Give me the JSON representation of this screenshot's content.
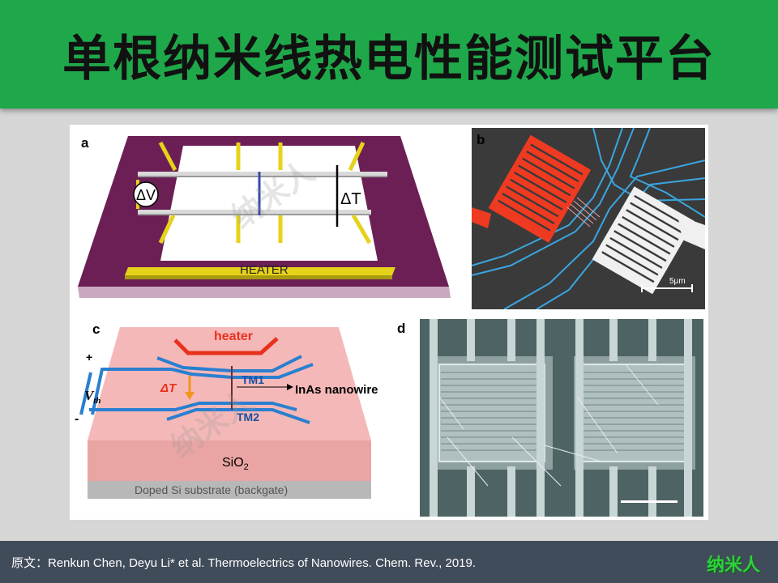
{
  "slide": {
    "title": "单根纳米线热电性能测试平台",
    "citation": "原文：Renkun Chen, Deyu Li* et al. Thermoelectrics of Nanowires. Chem. Rev., 2019.",
    "logo_text": "纳米人"
  },
  "figure": {
    "watermark": "纳米人",
    "panel_a": {
      "label": "a",
      "delta_v": "ΔV",
      "delta_t": "ΔT",
      "heater": "HEATER"
    },
    "panel_b": {
      "label": "b",
      "scale": "5μm"
    },
    "panel_c": {
      "label": "c",
      "heater": "heater",
      "delta_t": "ΔT",
      "tm1": "TM1",
      "tm2": "TM2",
      "nanowire": "InAs nanowire",
      "vth": "V",
      "vth_sub": "th",
      "plus": "+",
      "minus": "-",
      "sio2": "SiO",
      "sio2_sub": "2",
      "substrate": "Doped Si substrate (backgate)"
    },
    "panel_d": {
      "label": "d"
    }
  },
  "colors": {
    "title_bg": "#1fa84a",
    "footer_bg": "#414c5a",
    "logo": "#2ed13d",
    "substrate_a": "#6b1f55",
    "electrode_yellow": "#e6d21a",
    "heater_red": "#e8321e",
    "tm_blue": "#2a7fd0"
  }
}
